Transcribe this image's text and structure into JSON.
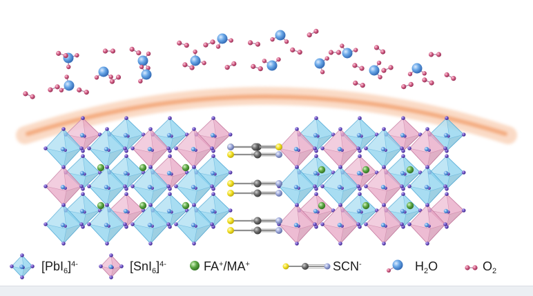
{
  "colors": {
    "pbi6": "#8fd3ee",
    "pbi6_edge": "#5aaed8",
    "sni6": "#e8a9c6",
    "sni6_edge": "#c77da2",
    "iodide": "#6b4fc0",
    "cation": "#5aa642",
    "sulfur": "#f2e022",
    "carbon": "#6e6e6e",
    "nitrogen": "#9aa6d8",
    "water_o": "#5f9fe0",
    "water_h": "#c84f78",
    "o2": "#c84f78",
    "barrier": "#f6b38a"
  },
  "legend": {
    "pbi6": {
      "base": "[PbI",
      "sub": "6",
      "close": "]",
      "sup": "4-"
    },
    "sni6": {
      "base": "[SnI",
      "sub": "6",
      "close": "]",
      "sup": "4-"
    },
    "cation": {
      "a": "FA",
      "a_sup": "+",
      "mid": "/MA",
      "b_sup": "+"
    },
    "scn": {
      "base": "SCN",
      "sup": "-"
    },
    "water": {
      "a": "H",
      "sub": "2",
      "b": "O"
    },
    "oxygen": {
      "a": "O",
      "sub": "2"
    }
  }
}
